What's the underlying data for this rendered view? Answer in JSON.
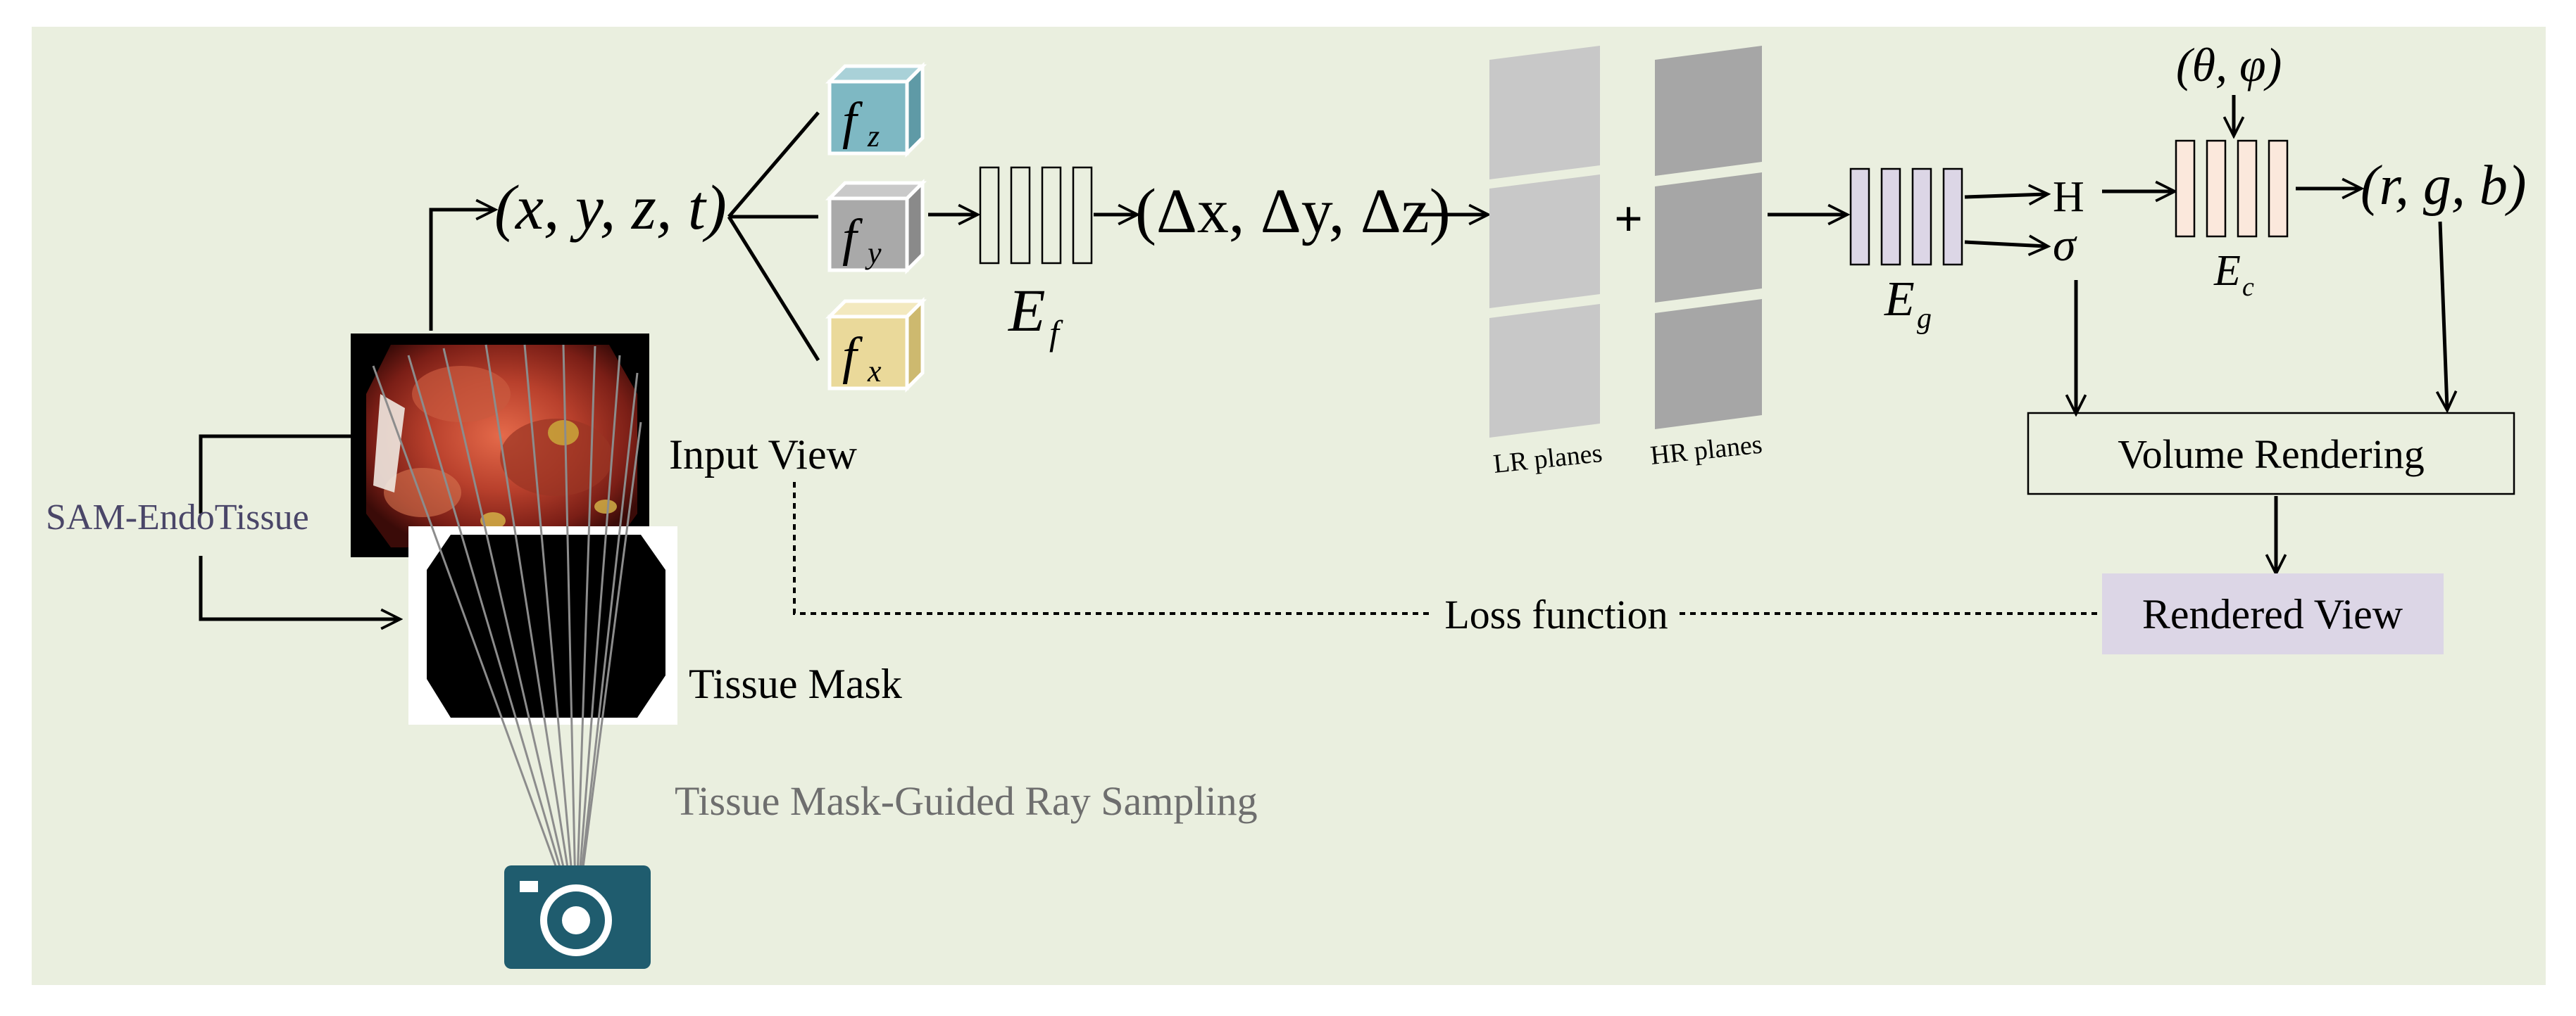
{
  "labels": {
    "input_coords": "(x, y, z, t)",
    "fz_base": "f",
    "fz_sub": "z",
    "fy_base": "f",
    "fy_sub": "y",
    "fx_base": "f",
    "fx_sub": "x",
    "ef_base": "E",
    "ef_sub": "f",
    "deformation": "(Δx, Δy, Δz)",
    "lr_planes": "LR planes",
    "hr_planes": "HR planes",
    "plus": "+",
    "eg_base": "E",
    "eg_sub": "g",
    "h_out": "H",
    "sigma_out": "σ",
    "view_dir": "(θ, φ)",
    "ec_base": "E",
    "ec_sub": "c",
    "rgb_out": "(r, g, b)",
    "volume_rendering": "Volume Rendering",
    "rendered_view": "Rendered View",
    "loss_function": "Loss function",
    "sam_endotissue": "SAM-EndoTissue",
    "input_view": "Input View",
    "tissue_mask": "Tissue Mask",
    "ray_sampling": "Tissue Mask-Guided Ray Sampling"
  },
  "icons": {
    "camera": "camera-icon",
    "endoscopy_image": "endoscopy-image",
    "tissue_mask_image": "tissue-mask-image"
  },
  "colors": {
    "background": "#EAEFDF",
    "fz_cube": "#7EB8C3",
    "fy_cube": "#A9A9A9",
    "fx_cube": "#EAD99A",
    "eg_layers": "#DCD6E6",
    "ec_layers": "#FBE8DC",
    "lr_planes": "#C8C8C8",
    "hr_planes": "#A6A6A6",
    "rendered_view_box": "#DCD6E6",
    "camera": "#1F5C6E",
    "sam_text": "#4A4668",
    "ray_text": "#6E6E6E"
  }
}
